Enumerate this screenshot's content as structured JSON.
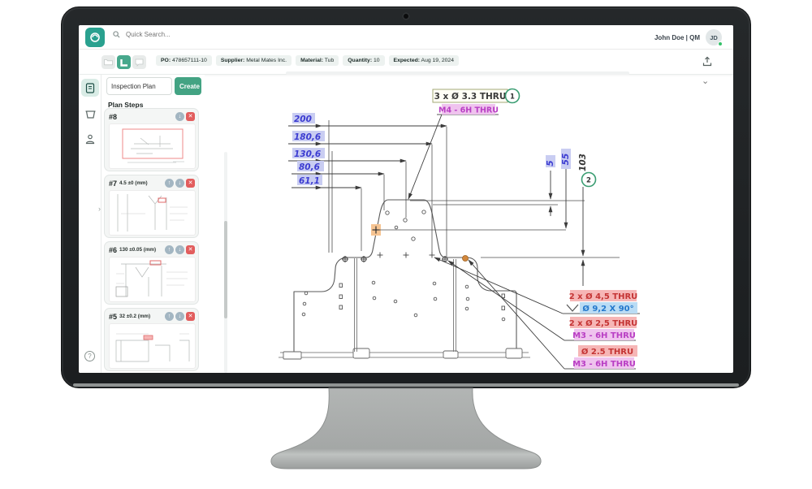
{
  "app": {
    "search_placeholder": "Quick Search...",
    "user_name": "John Doe | QM",
    "user_initials": "JD"
  },
  "toolbar": {
    "pills": [
      {
        "label": "PO:",
        "value": "478657111-10"
      },
      {
        "label": "Supplier:",
        "value": "Metal Mates Inc."
      },
      {
        "label": "Material:",
        "value": "Tub"
      },
      {
        "label": "Quantity:",
        "value": "10"
      },
      {
        "label": "Expected:",
        "value": "Aug 19, 2024"
      }
    ]
  },
  "plan_panel": {
    "title_value": "Inspection Plan",
    "create_label": "Create",
    "section_title": "Plan Steps",
    "steps": [
      {
        "id": "#8",
        "spec": ""
      },
      {
        "id": "#7",
        "spec": "4.5 ±0 (mm)"
      },
      {
        "id": "#6",
        "spec": "130 ±0.05 (mm)"
      },
      {
        "id": "#5",
        "spec": "32 ±0.2 (mm)"
      }
    ]
  },
  "drawing": {
    "top_callout": {
      "line1": "3 x Ø 3.3 THRU",
      "line2": "M4 - 6H THRU",
      "balloon": "1"
    },
    "h_dims": [
      "200",
      "180,6",
      "130,6",
      "80,6",
      "61,1"
    ],
    "v_dims": [
      "5",
      "55",
      "103"
    ],
    "balloon2": "2",
    "right_callouts": {
      "g1a": "2 x Ø 4,5 THRU",
      "g1b": "Ø 9,2 X 90°",
      "g2a": "2 x Ø 2,5 THRU",
      "g2b": "M3 - 6H THRU",
      "g3a": "Ø 2.5 THRU",
      "g3b": "M3 - 6H THRU"
    }
  },
  "colors": {
    "brand_teal": "#2aa18f",
    "create_green": "#43a383",
    "dim_blue": "#3b3bd1",
    "dim_highlight": "#c9cdf2",
    "callout_red": "#c43434",
    "callout_red_bg": "#f6b6b6",
    "callout_blue": "#2478cc",
    "callout_blue_bg": "#badcf4",
    "callout_magenta": "#b93ec4",
    "callout_magenta_bg": "#efc3ee",
    "balloon_green": "#3a9d72",
    "delete_red": "#e25d5d"
  }
}
